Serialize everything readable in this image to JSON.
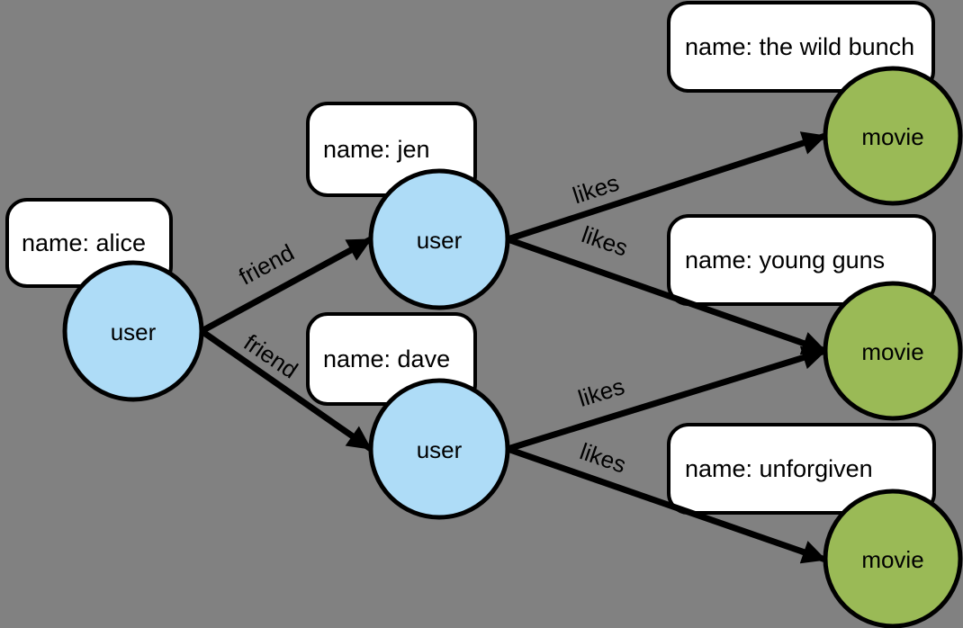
{
  "colors": {
    "background": "#818181",
    "user_node_fill": "#aedcf7",
    "movie_node_fill": "#9aba56",
    "node_border": "#000000",
    "edge_color": "#000000",
    "property_box_fill": "#ffffff"
  },
  "nodes": [
    {
      "id": "alice",
      "type": "user",
      "label": "user",
      "property": "name: alice"
    },
    {
      "id": "jen",
      "type": "user",
      "label": "user",
      "property": "name: jen"
    },
    {
      "id": "dave",
      "type": "user",
      "label": "user",
      "property": "name: dave"
    },
    {
      "id": "the-wild-bunch",
      "type": "movie",
      "label": "movie",
      "property": "name: the wild bunch"
    },
    {
      "id": "young-guns",
      "type": "movie",
      "label": "movie",
      "property": "name: young guns"
    },
    {
      "id": "unforgiven",
      "type": "movie",
      "label": "movie",
      "property": "name: unforgiven"
    }
  ],
  "edges": [
    {
      "label": "friend",
      "from": "alice",
      "to": "jen"
    },
    {
      "label": "friend",
      "from": "alice",
      "to": "dave"
    },
    {
      "label": "likes",
      "from": "jen",
      "to": "the-wild-bunch"
    },
    {
      "label": "likes",
      "from": "jen",
      "to": "young-guns"
    },
    {
      "label": "likes",
      "from": "dave",
      "to": "young-guns"
    },
    {
      "label": "likes",
      "from": "dave",
      "to": "unforgiven"
    }
  ]
}
